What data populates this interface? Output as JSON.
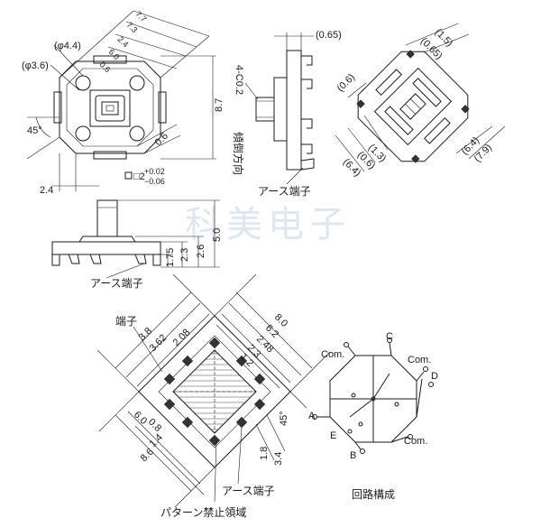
{
  "watermark": "科美电子",
  "top_view": {
    "dims": {
      "d1": "7.7",
      "d2": "7.3",
      "d3": "2.4",
      "d4": "6.0",
      "d5": "0.6",
      "phi44": "(φ4.4)",
      "phi36": "(φ3.6)",
      "angle": "45°",
      "d6": "0.6",
      "d7": "8.7",
      "d8": "2.4",
      "sq": "□2",
      "tol_plus": "+0.02",
      "tol_minus": "−0.06"
    }
  },
  "side_view": {
    "d065": "(0.65)",
    "chamfer": "4-C0.2",
    "direction": "傾倒方向",
    "earth": "アース端子"
  },
  "bottom_view": {
    "d15": "(1.5)",
    "d065": "(0.65)",
    "d06a": "(0.6)",
    "d06b": "(0.6)",
    "d13": "(1.3)",
    "d64a": "(6.4)",
    "d64b": "(6.4)",
    "d79": "(7.9)"
  },
  "front_view": {
    "d50": "5.0",
    "d26": "2.6",
    "d23": "2.3",
    "d175": "1.75",
    "earth": "アース端子"
  },
  "footprint": {
    "terminal": "端子",
    "d38": "3.8",
    "d362": "3.62",
    "d208": "2.08",
    "d80": "8.0",
    "d62": "6.2",
    "d248": "2.48",
    "d23": "2.3",
    "d12": "1.2",
    "d60": "6.0",
    "d08": "0.8",
    "d14": "1.4",
    "d86": "8.6",
    "d45": "45°",
    "d18": "1.8",
    "d34": "3.4",
    "earth": "アース端子",
    "keepout": "パターン禁止領域"
  },
  "circuit": {
    "com1": "Com.",
    "c": "C",
    "com2": "Com.",
    "d": "D",
    "a": "A",
    "e": "E",
    "b": "B",
    "com3": "Com.",
    "title": "回路構成"
  }
}
